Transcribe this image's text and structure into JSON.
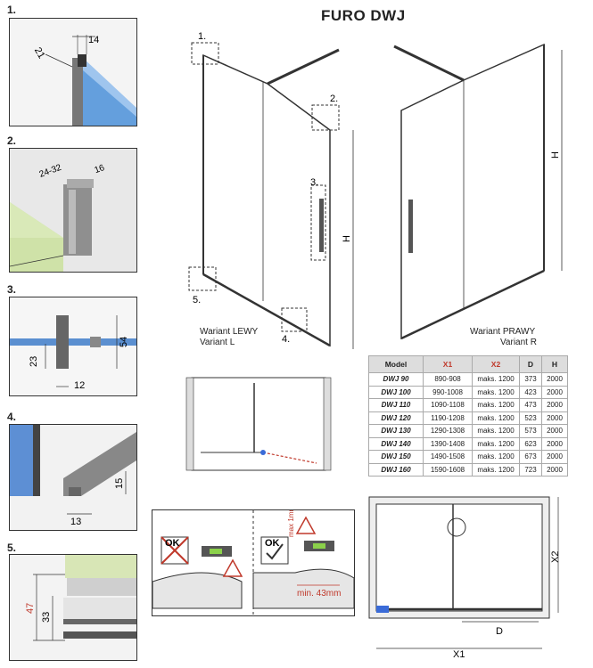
{
  "title": "FURO DWJ",
  "steps": {
    "s1": "1.",
    "s2": "2.",
    "s3": "3.",
    "s4": "4.",
    "s5": "5."
  },
  "panel1": {
    "d1": "14",
    "d2": "21"
  },
  "panel2": {
    "d1": "24-32",
    "d2": "16"
  },
  "panel3": {
    "d1": "54",
    "d2": "23",
    "d3": "12"
  },
  "panel4": {
    "d1": "15",
    "d2": "13"
  },
  "panel5": {
    "d1": "47",
    "d2": "33"
  },
  "main": {
    "c1": "1.",
    "c2": "2.",
    "c3": "3.",
    "c4": "4.",
    "c5": "5.",
    "h_left": "H",
    "h_right": "H",
    "variant_left_1": "Wariant LEWY",
    "variant_left_2": "Variant L",
    "variant_right_1": "Wariant PRAWY",
    "variant_right_2": "Variant R"
  },
  "table": {
    "headers": [
      "Model",
      "X1",
      "X2",
      "D",
      "H"
    ],
    "rows": [
      [
        "DWJ 90",
        "890-908",
        "maks. 1200",
        "373",
        "2000"
      ],
      [
        "DWJ 100",
        "990-1008",
        "maks. 1200",
        "423",
        "2000"
      ],
      [
        "DWJ 110",
        "1090-1108",
        "maks. 1200",
        "473",
        "2000"
      ],
      [
        "DWJ 120",
        "1190-1208",
        "maks. 1200",
        "523",
        "2000"
      ],
      [
        "DWJ 130",
        "1290-1308",
        "maks. 1200",
        "573",
        "2000"
      ],
      [
        "DWJ 140",
        "1390-1408",
        "maks. 1200",
        "623",
        "2000"
      ],
      [
        "DWJ 150",
        "1490-1508",
        "maks. 1200",
        "673",
        "2000"
      ],
      [
        "DWJ 160",
        "1590-1608",
        "maks. 1200",
        "723",
        "2000"
      ]
    ]
  },
  "level": {
    "ok_bad": "OK",
    "ok_good": "OK",
    "max": "max 1mm",
    "min": "min. 43mm"
  },
  "plan": {
    "x1": "X1",
    "x2": "X2",
    "d": "D"
  }
}
